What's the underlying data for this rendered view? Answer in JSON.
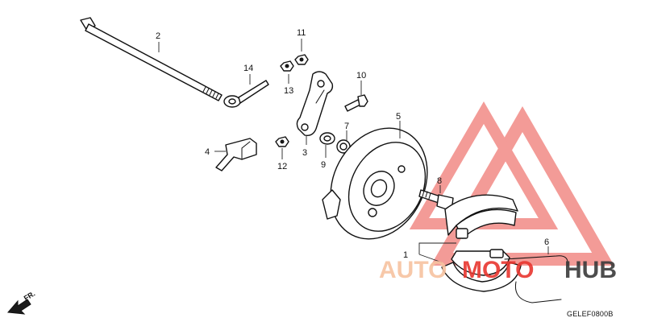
{
  "diagram": {
    "diagram_code": "GELEF0800B",
    "direction_label": "FR.",
    "callouts": [
      "1",
      "2",
      "3",
      "4",
      "5",
      "6",
      "7",
      "8",
      "9",
      "10",
      "11",
      "12",
      "13",
      "14"
    ]
  },
  "watermark": {
    "text_a": "AUTO",
    "text_b": "MOTO",
    "text_c": "HUB",
    "color_light": "#f7c3a0",
    "color_red": "#e8362f",
    "color_dark": "#3a3a3a"
  }
}
